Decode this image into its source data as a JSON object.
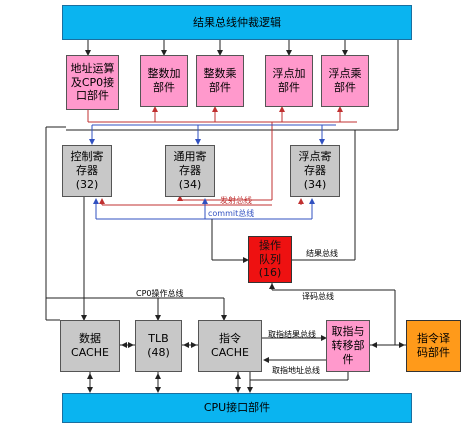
{
  "result_bus": "结果总线仲裁逻辑",
  "cpu_interface": "CPU接口部件",
  "exec_units": {
    "addr_unit": [
      "地址运算",
      "及CP0接",
      "口部件"
    ],
    "int_add": [
      "整数加",
      "部件"
    ],
    "int_mul": [
      "整数乘",
      "部件"
    ],
    "fp_add": [
      "浮点加",
      "部件"
    ],
    "fp_mul": [
      "浮点乘",
      "部件"
    ]
  },
  "registers": {
    "gpr": [
      "控制寄",
      "存器",
      "(32)"
    ],
    "gen": [
      "通用寄",
      "存器",
      "(34)"
    ],
    "fpr": [
      "浮点寄",
      "存器",
      "(34)"
    ]
  },
  "op_queue": [
    "操作",
    "队列",
    "(16)"
  ],
  "memory": {
    "data_cache": [
      "数据",
      "CACHE"
    ],
    "tlb": [
      "TLB",
      "(48)"
    ],
    "inst_cache": [
      "指令",
      "CACHE"
    ]
  },
  "fetch_unit": [
    "取指与",
    "转移部",
    "件"
  ],
  "decode_unit": [
    "指令译",
    "码部件"
  ],
  "bus_labels": {
    "issue_bus": "发射总线",
    "commit_bus": "commit总线",
    "result_bus": "结果总线",
    "decode_bus": "译码总线",
    "cp0_bus": "CP0操作总线",
    "fetch_result_bus": "取指结果总线",
    "fetch_addr_bus": "取指地址总线"
  },
  "colors": {
    "bus": "#0ab4f0",
    "exec_unit": "#ff99cc",
    "register": "#c8c8c8",
    "queue": "#ee1111",
    "decoder": "#ff9a1a"
  }
}
